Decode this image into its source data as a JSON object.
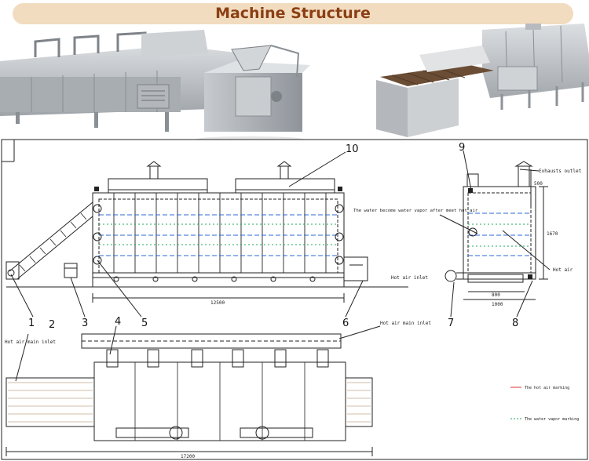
{
  "header": {
    "title": "Machine Structure"
  },
  "photos": [
    {
      "name": "microwave-dryer-with-hopper",
      "colors": {
        "steel": "#b9bdc1",
        "shadow": "#8e9399"
      }
    },
    {
      "name": "microwave-dryer-with-conveyor",
      "colors": {
        "steel": "#c3c6ca",
        "belt": "#6b4d35"
      }
    }
  ],
  "drawing": {
    "callouts": [
      "1",
      "2",
      "3",
      "4",
      "5",
      "6",
      "7",
      "8",
      "9",
      "10"
    ],
    "notes": {
      "exhaust_outlet": "Exhausts outlet",
      "water_vapor": "The water become water vapor after meet hot air",
      "hot_air_side": "Hot air",
      "hot_air_inlet": "Hot air inlet",
      "hot_air_main_inlet_left": "Hot air main inlet",
      "hot_air_main_inlet_right": "Hot air main inlet",
      "legend_hot_air": "The hot air marking",
      "legend_vapor": "The water vapor marking"
    },
    "dimensions": {
      "main_length": "12500",
      "side_a": "800",
      "side_b": "1000",
      "height_a": "500",
      "height_b": "1670",
      "plan_length": "17200"
    }
  }
}
